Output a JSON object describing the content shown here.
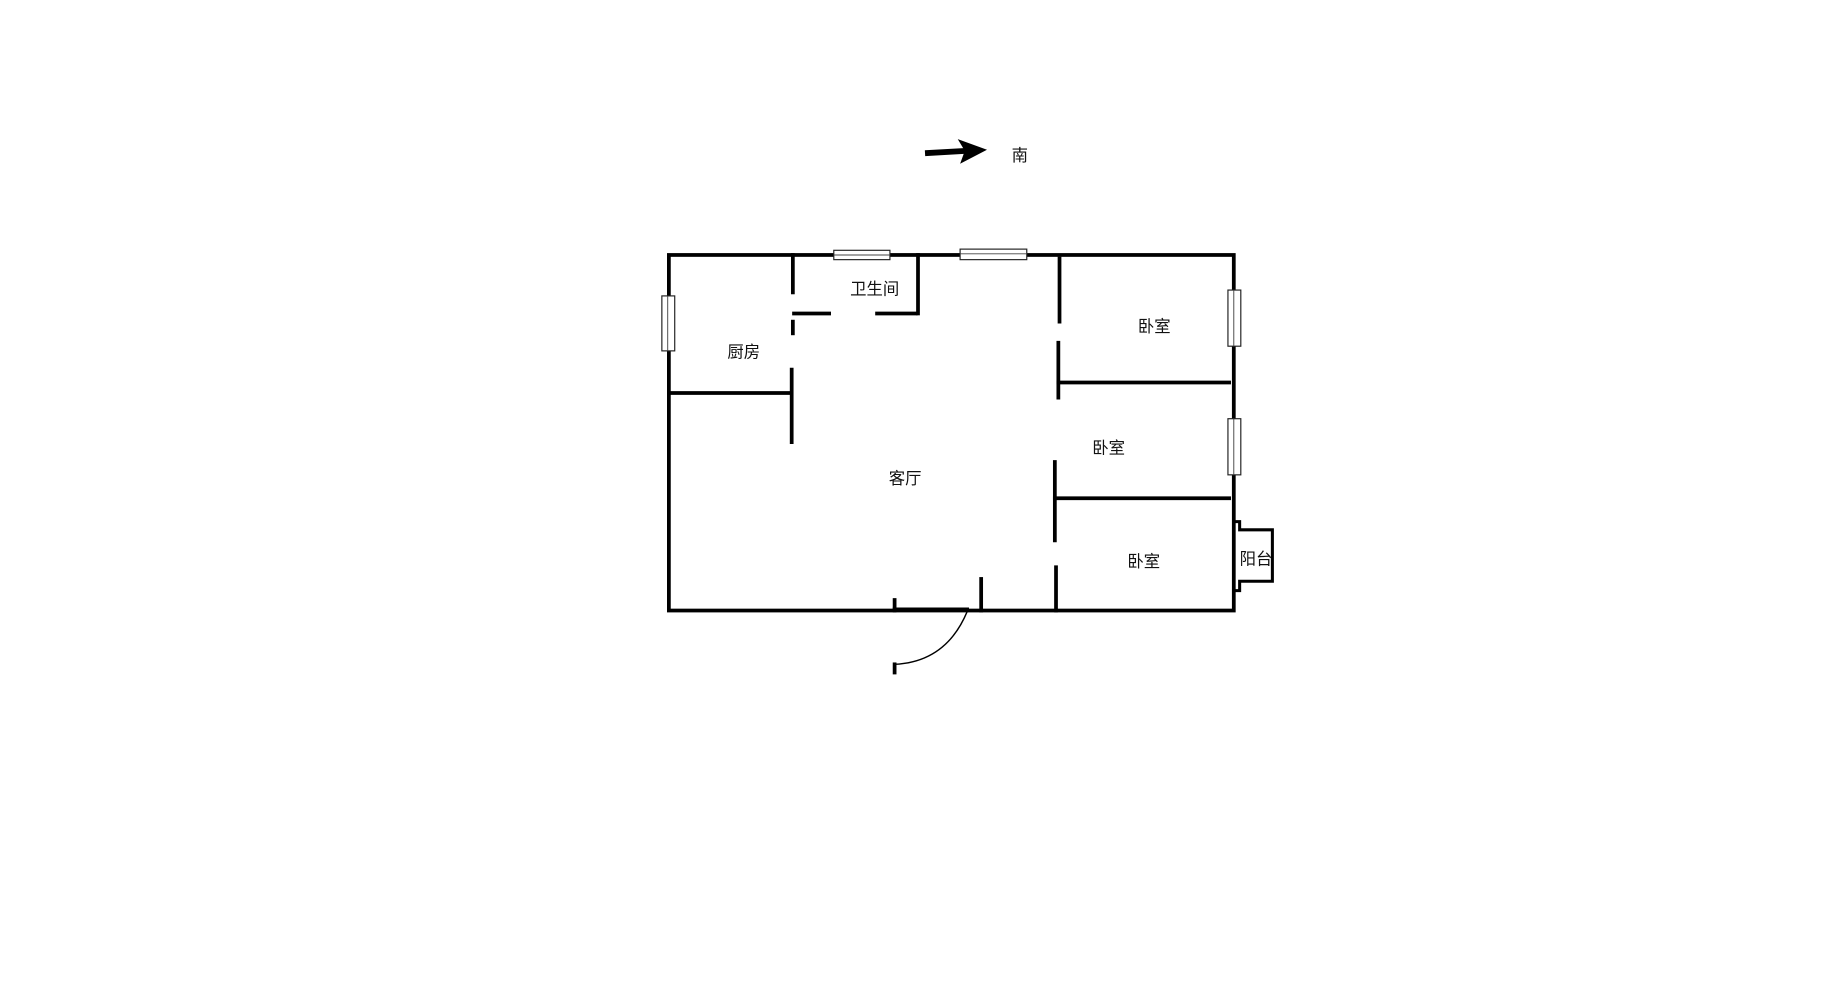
{
  "compass": {
    "label": "南",
    "icon": "arrow-right-icon"
  },
  "rooms": {
    "bathroom": "卫生间",
    "kitchen": "厨房",
    "living_room": "客厅",
    "bedroom_1": "卧室",
    "bedroom_2": "卧室",
    "bedroom_3": "卧室",
    "balcony": "阳台"
  }
}
